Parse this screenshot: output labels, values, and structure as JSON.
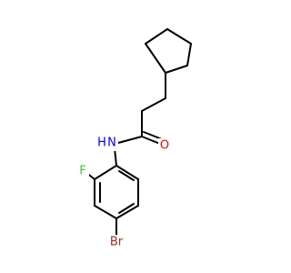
{
  "molecule": {
    "colors": {
      "bond": "#000000",
      "background": "#ffffff",
      "nitrogen": "#0000ff",
      "oxygen": "#ff0000",
      "fluorine": "#33cc33",
      "bromine": "#a52a2a"
    },
    "atoms": {
      "n": "N",
      "h": "H",
      "o": "O",
      "f": "F",
      "br": "Br"
    }
  }
}
